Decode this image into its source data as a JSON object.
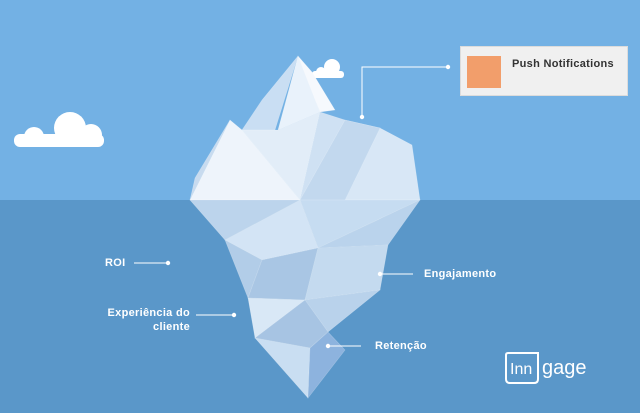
{
  "colors": {
    "sky": "#73b1e4",
    "water": "#5a97c9",
    "cloud": "#ffffff",
    "push_swatch": "#f29e6b"
  },
  "legend": {
    "label": "Push Notifications"
  },
  "labels": {
    "roi": "ROI",
    "experiencia_line1": "Experiência do",
    "experiencia_line2": "cliente",
    "engajamento": "Engajamento",
    "retencao": "Retenção"
  },
  "logo": {
    "badge_text": "Inn",
    "word_text": "gage"
  }
}
